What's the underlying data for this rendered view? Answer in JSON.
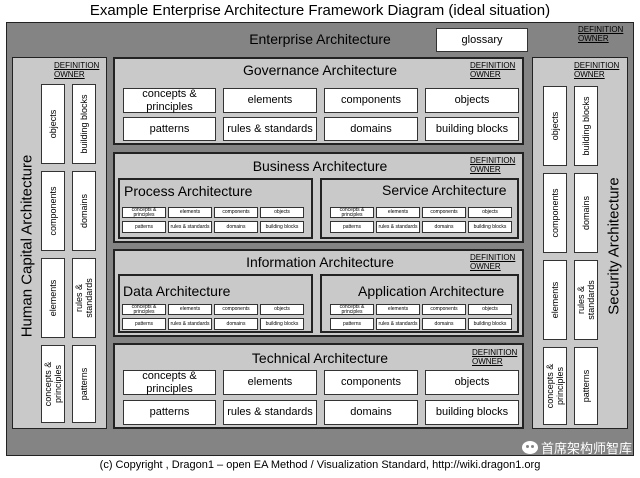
{
  "title": "Example Enterprise Architecture Framework Diagram (ideal situation)",
  "footer": "(c) Copyright , Dragon1 – open EA Method / Visualization  Standard, http://wiki.dragon1.org",
  "watermark": "首席架构师智库",
  "owner_label": "DEFINITION OWNER",
  "enterprise": {
    "title": "Enterprise Architecture",
    "glossary": "glossary"
  },
  "concepts": {
    "concepts_principles": "concepts & principles",
    "elements": "elements",
    "components": "components",
    "objects": "objects",
    "patterns": "patterns",
    "rules_standards": "rules & standards",
    "domains": "domains",
    "building_blocks": "building blocks"
  },
  "governance": {
    "title": "Governance Architecture"
  },
  "business": {
    "title": "Business Architecture",
    "process": "Process Architecture",
    "service": "Service Architecture"
  },
  "information": {
    "title": "Information Architecture",
    "data": "Data Architecture",
    "application": "Application Architecture"
  },
  "technical": {
    "title": "Technical Architecture"
  },
  "human_capital": {
    "title": "Human Capital Architecture"
  },
  "security": {
    "title": "Security Architecture"
  }
}
